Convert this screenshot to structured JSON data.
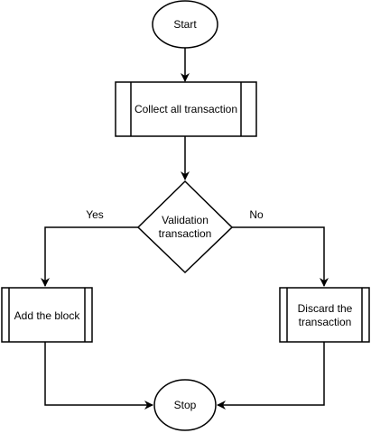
{
  "diagram": {
    "nodes": {
      "start": {
        "shape": "ellipse",
        "label": "Start"
      },
      "collect": {
        "shape": "process",
        "label": "Collect all transaction"
      },
      "validate": {
        "shape": "decision",
        "label_lines": [
          "Validation",
          "transaction"
        ]
      },
      "add": {
        "shape": "process",
        "label": "Add the block"
      },
      "discard": {
        "shape": "process",
        "label_lines": [
          "Discard the",
          "transaction"
        ]
      },
      "stop": {
        "shape": "ellipse",
        "label": "Stop"
      }
    },
    "edges": {
      "yes_label": "Yes",
      "no_label": "No"
    },
    "colors": {
      "stroke": "#000000",
      "fill": "#ffffff",
      "text": "#000000"
    }
  }
}
